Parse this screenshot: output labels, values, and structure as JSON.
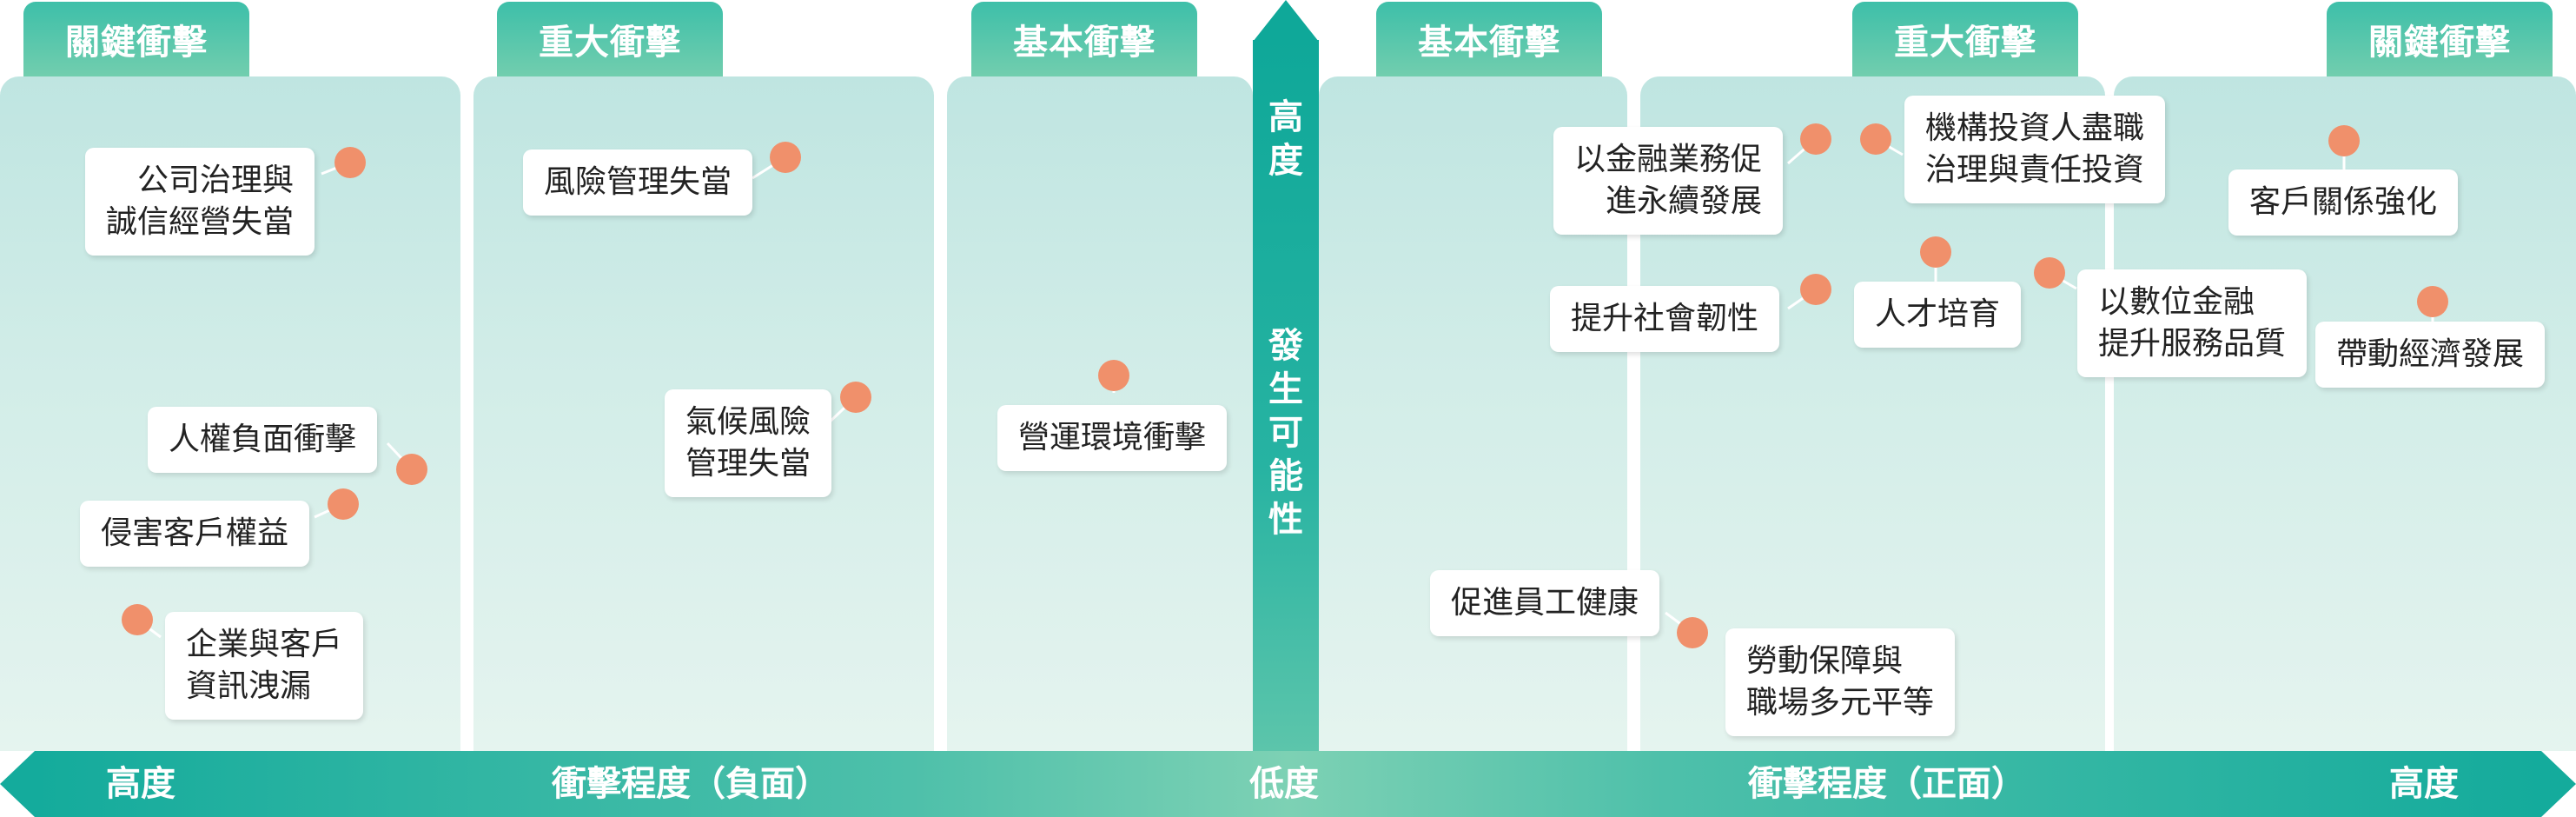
{
  "tabs": {
    "left_critical": "關鍵衝擊",
    "left_major": "重大衝擊",
    "left_basic": "基本衝擊",
    "right_basic": "基本衝擊",
    "right_major": "重大衝擊",
    "right_critical": "關鍵衝擊"
  },
  "vertical_axis": {
    "top_label": "高度",
    "title": "發生可能性"
  },
  "horizontal_axis": {
    "left_end": "高度",
    "negative_title": "衝擊程度（負面）",
    "center": "低度",
    "positive_title": "衝擊程度（正面）",
    "right_end": "高度"
  },
  "topics": {
    "governance_integrity": "公司治理與\n誠信經營失當",
    "human_rights": "人權負面衝擊",
    "customer_rights": "侵害客戶權益",
    "info_leak": "企業與客戶\n資訊洩漏",
    "risk_management": "風險管理失當",
    "climate_risk": "氣候風險\n管理失當",
    "operating_env": "營運環境衝擊",
    "sustainable_finance": "以金融業務促\n進永續發展",
    "social_resilience": "提升社會韌性",
    "employee_health": "促進員工健康",
    "labor_protection": "勞動保障與\n職場多元平等",
    "stewardship": "機構投資人盡職\n治理與責任投資",
    "talent": "人才培育",
    "digital_finance": "以數位金融\n提升服務品質",
    "customer_relations": "客戶關係強化",
    "economic_growth": "帶動經濟發展"
  },
  "colors": {
    "teal_dark": "#0fa899",
    "teal_light": "#72ceae",
    "panel_top": "#bfe5e1",
    "panel_bottom": "#e5f4ef",
    "dot": "#f0906b"
  }
}
